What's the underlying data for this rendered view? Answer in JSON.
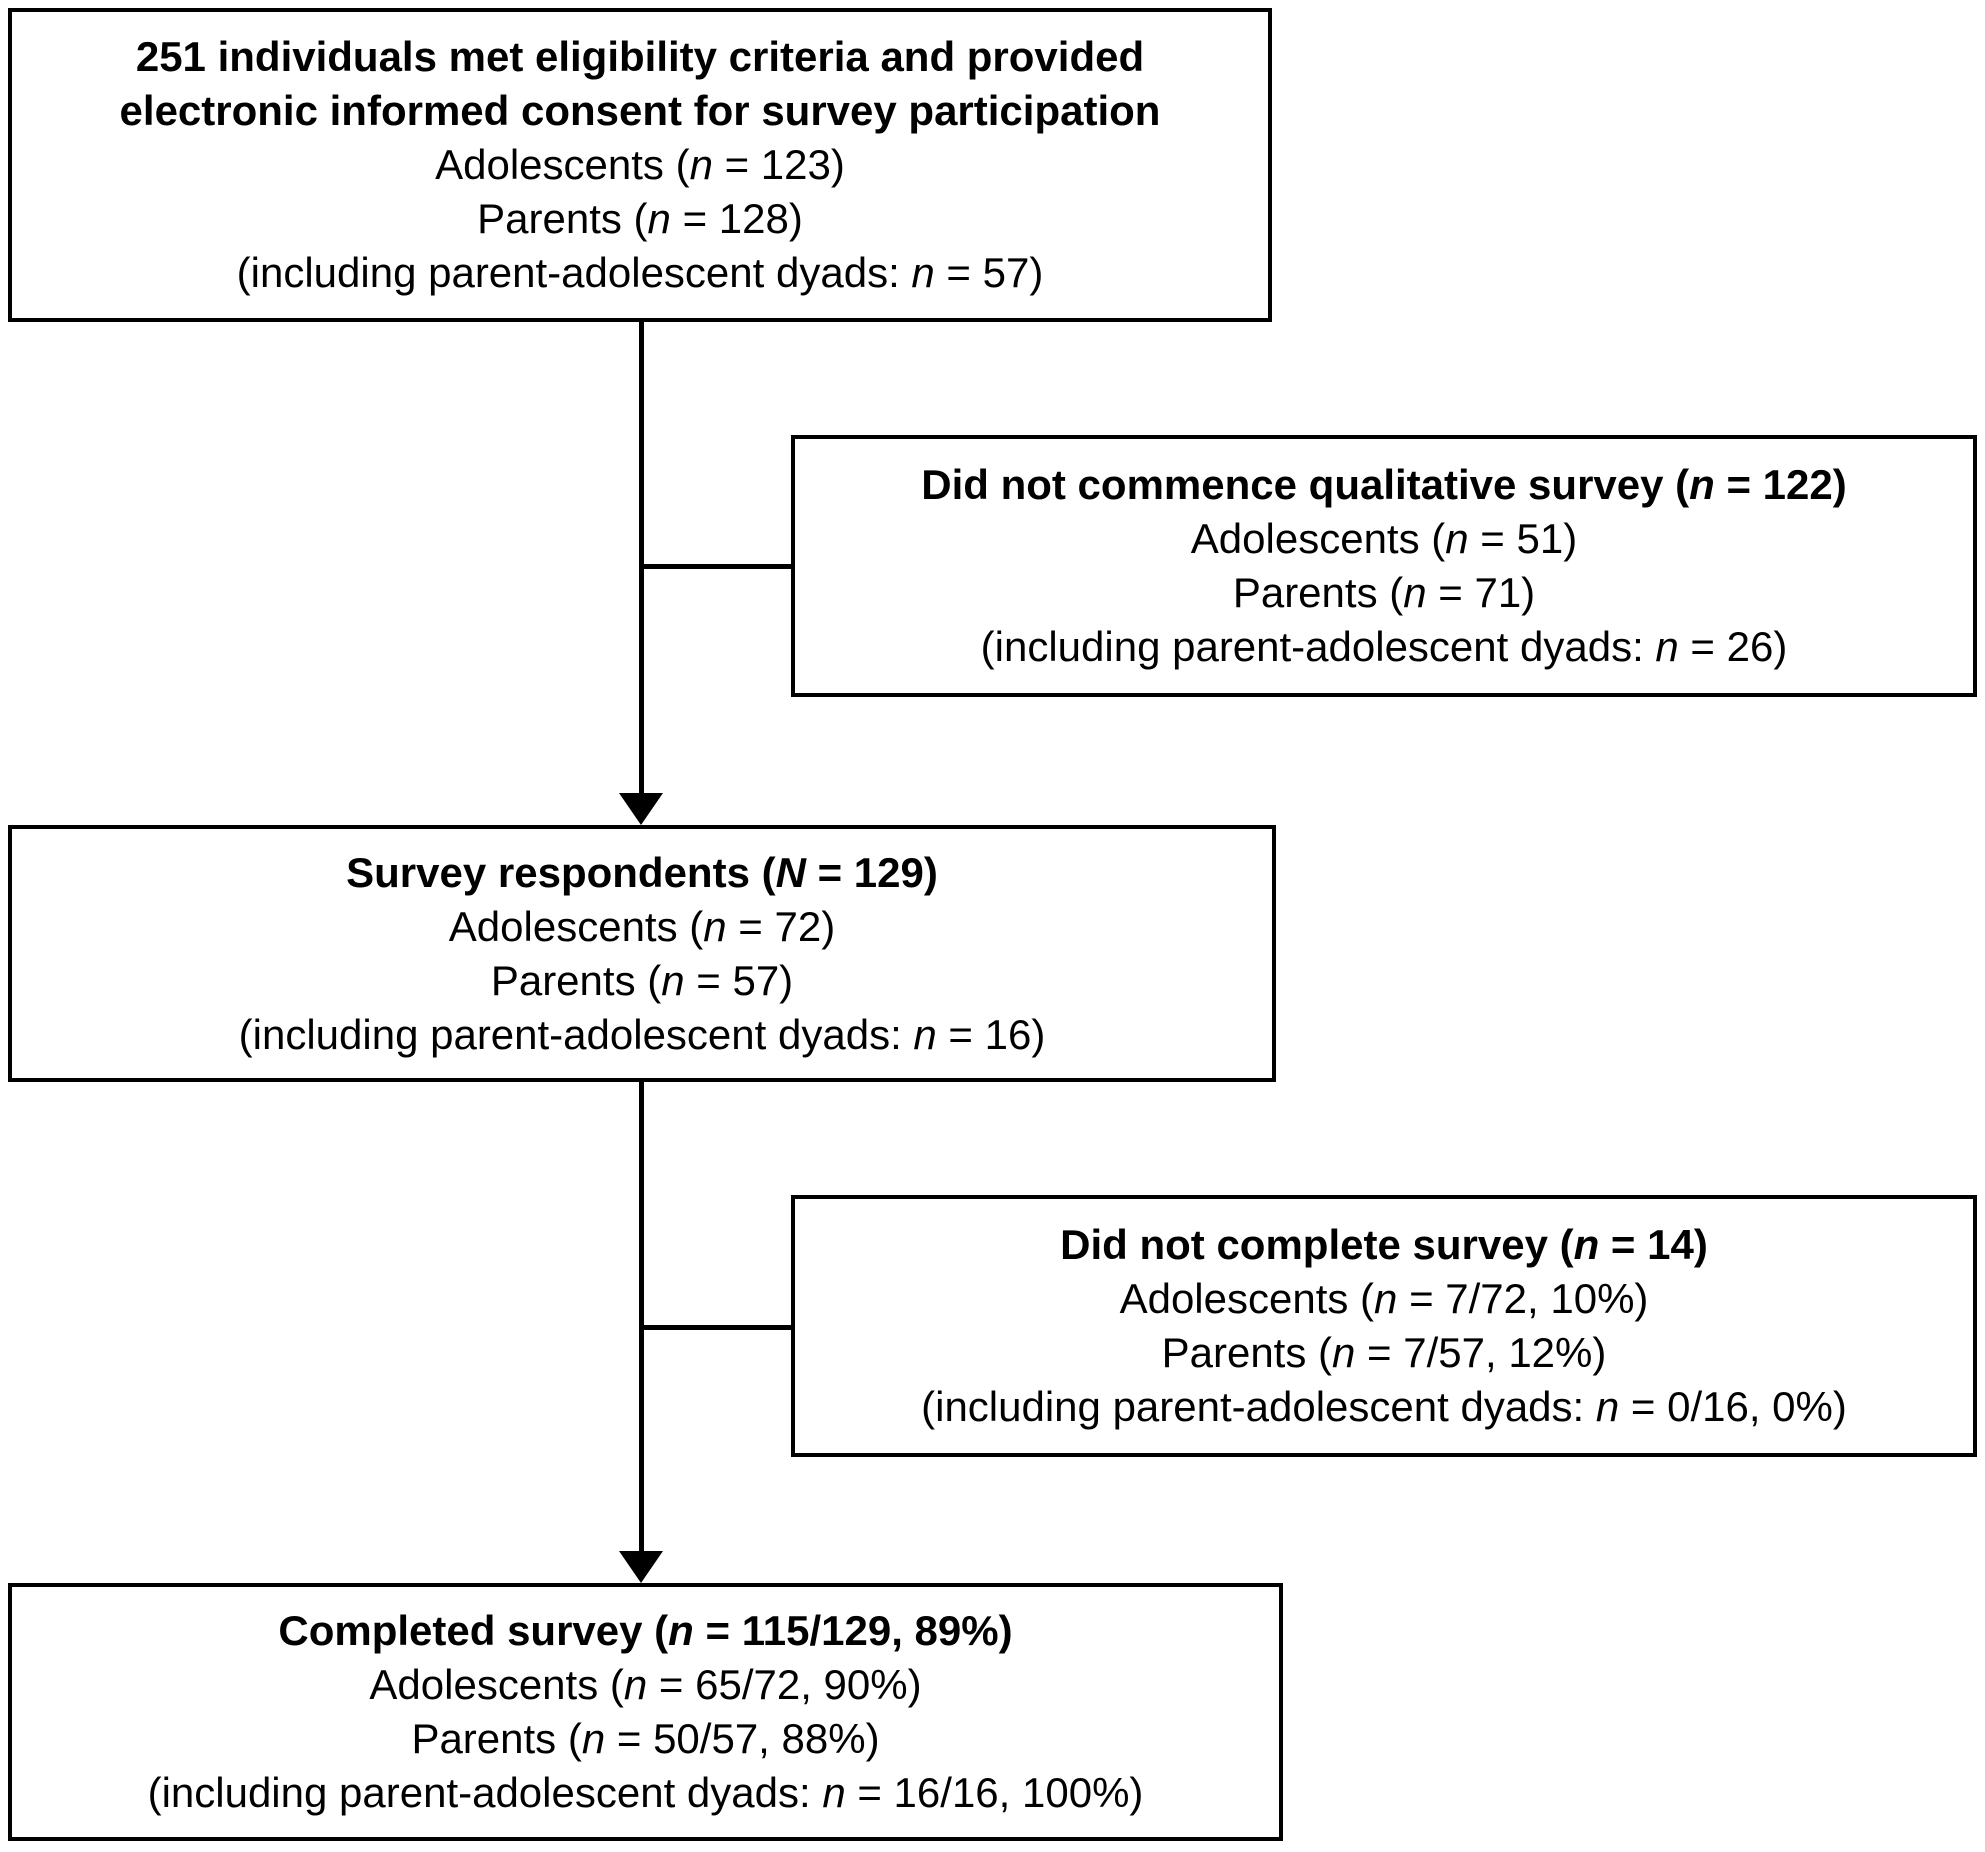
{
  "flow": {
    "colors": {
      "background": "#ffffff",
      "box_border": "#000000",
      "text": "#000000",
      "connector": "#000000"
    },
    "boxes": {
      "eligible": {
        "title_line1": "251 individuals met eligibility criteria and provided",
        "title_line2": "electronic informed consent for survey participation",
        "lines": [
          {
            "pre": "Adolescents (",
            "var": "n",
            "post": " = 123)"
          },
          {
            "pre": "Parents (",
            "var": "n",
            "post": " = 128)"
          },
          {
            "pre": "(including parent-adolescent dyads: ",
            "var": "n",
            "post": " = 57)"
          }
        ]
      },
      "not_commenced": {
        "title_pre": "Did not commence qualitative survey (",
        "title_var": "n",
        "title_post": " = 122)",
        "lines": [
          {
            "pre": "Adolescents (",
            "var": "n",
            "post": " = 51)"
          },
          {
            "pre": "Parents (",
            "var": "n",
            "post": " = 71)"
          },
          {
            "pre": "(including parent-adolescent dyads: ",
            "var": "n",
            "post": " = 26)"
          }
        ]
      },
      "respondents": {
        "title_pre": "Survey respondents (",
        "title_var": "N",
        "title_post": " = 129)",
        "lines": [
          {
            "pre": "Adolescents (",
            "var": "n",
            "post": " = 72)"
          },
          {
            "pre": "Parents (",
            "var": "n",
            "post": " = 57)"
          },
          {
            "pre": "(including parent-adolescent dyads: ",
            "var": "n",
            "post": " = 16)"
          }
        ]
      },
      "not_completed": {
        "title_pre": "Did not complete survey (",
        "title_var": "n",
        "title_post": " = 14)",
        "lines": [
          {
            "pre": "Adolescents (",
            "var": "n",
            "post": " = 7/72, 10%)"
          },
          {
            "pre": "Parents (",
            "var": "n",
            "post": " = 7/57, 12%)"
          },
          {
            "pre": "(including parent-adolescent dyads: ",
            "var": "n",
            "post": " = 0/16, 0%)"
          }
        ]
      },
      "completed": {
        "title_pre": "Completed survey (",
        "title_var": "n",
        "title_post": " = 115/129, 89%)",
        "lines": [
          {
            "pre": "Adolescents (",
            "var": "n",
            "post": " = 65/72, 90%)"
          },
          {
            "pre": "Parents (",
            "var": "n",
            "post": " = 50/57, 88%)"
          },
          {
            "pre": "(including parent-adolescent dyads: ",
            "var": "n",
            "post": " = 16/16, 100%)"
          }
        ]
      }
    }
  }
}
